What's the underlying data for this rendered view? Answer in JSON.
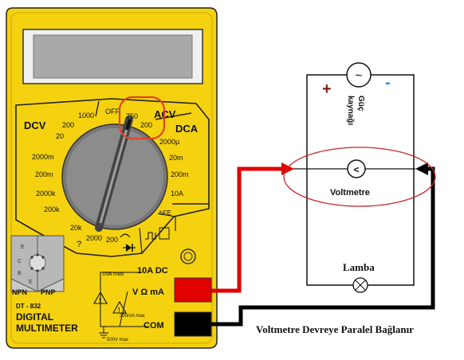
{
  "meter": {
    "brand_line1": "DIGITAL",
    "brand_line2": "MULTIMETER",
    "model": "DT - 832",
    "sections": {
      "dcv": "DCV",
      "acv": "ACV",
      "dca": "DCA"
    },
    "dcv_ranges": [
      "1000",
      "200",
      "20",
      "2000m",
      "200m"
    ],
    "acv_ranges": [
      "750",
      "200"
    ],
    "dca_ranges": [
      "2000µ",
      "20m",
      "200m",
      "10A"
    ],
    "ohm_ranges": [
      "2000k",
      "200k",
      "20k",
      "2000",
      "200"
    ],
    "off_label": "OFF",
    "hfe_label": "hFE",
    "question_mark": "?",
    "transistor": {
      "npn": "NPN",
      "pnp": "PNP",
      "pins": [
        "E",
        "C",
        "B",
        "E"
      ]
    },
    "ports": {
      "ten_a": "10A DC",
      "ten_a_max": "10A max",
      "v_ma": "V Ω mA",
      "v_ma_max": "200mA max",
      "com": "COM",
      "volt_max": "500V max"
    }
  },
  "circuit": {
    "source_plus": "+",
    "source_minus": "-",
    "source_label_1": "Güç",
    "source_label_2": "kaynağı",
    "source_symbol": "~",
    "meter_symbol": "<",
    "meter_label": "Voltmetre",
    "lamp_label": "Lamba"
  },
  "caption": "Voltmetre Devreye Paralel Bağlanır",
  "colors": {
    "body": "#f5d20f",
    "panel_outline": "#000000",
    "display": "#a9a9a9",
    "dial": "#8c8c8c",
    "red_lead": "#e10000",
    "black_lead": "#000000",
    "highlight": "#e0432a",
    "plus": "#8b1a1a",
    "minus": "#1e90ff"
  }
}
